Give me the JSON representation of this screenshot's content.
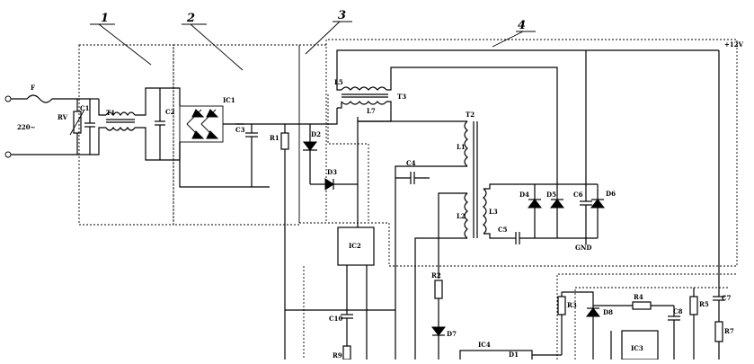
{
  "module_numbers": [
    "1",
    "2",
    "3",
    "4"
  ],
  "labels": {
    "fuse": "F",
    "mains": "220~",
    "varistor": "RV",
    "c1": "C1",
    "t1": "T1",
    "c2": "C2",
    "bridge": "IC1",
    "c3": "C3",
    "r1": "R1",
    "d2": "D2",
    "d3": "D3",
    "l5": "L5",
    "t3": "T3",
    "l7": "L7",
    "t2": "T2",
    "l1": "L1",
    "l2": "L2",
    "l3": "L3",
    "c4": "C4",
    "d4": "D4",
    "d5": "D5",
    "c6": "C6",
    "d6": "D6",
    "c5": "C5",
    "gnd": "GND",
    "plus12v": "+12V",
    "ic2": "IC2",
    "c10": "C10",
    "r9": "R9",
    "r2": "R2",
    "d7": "D7",
    "ic4": "IC4",
    "d1": "D1",
    "r3": "R3",
    "d8": "D8",
    "r4": "R4",
    "c8": "C8",
    "ic3": "IC3",
    "r5": "R5",
    "c7": "C7",
    "r7": "R7"
  }
}
